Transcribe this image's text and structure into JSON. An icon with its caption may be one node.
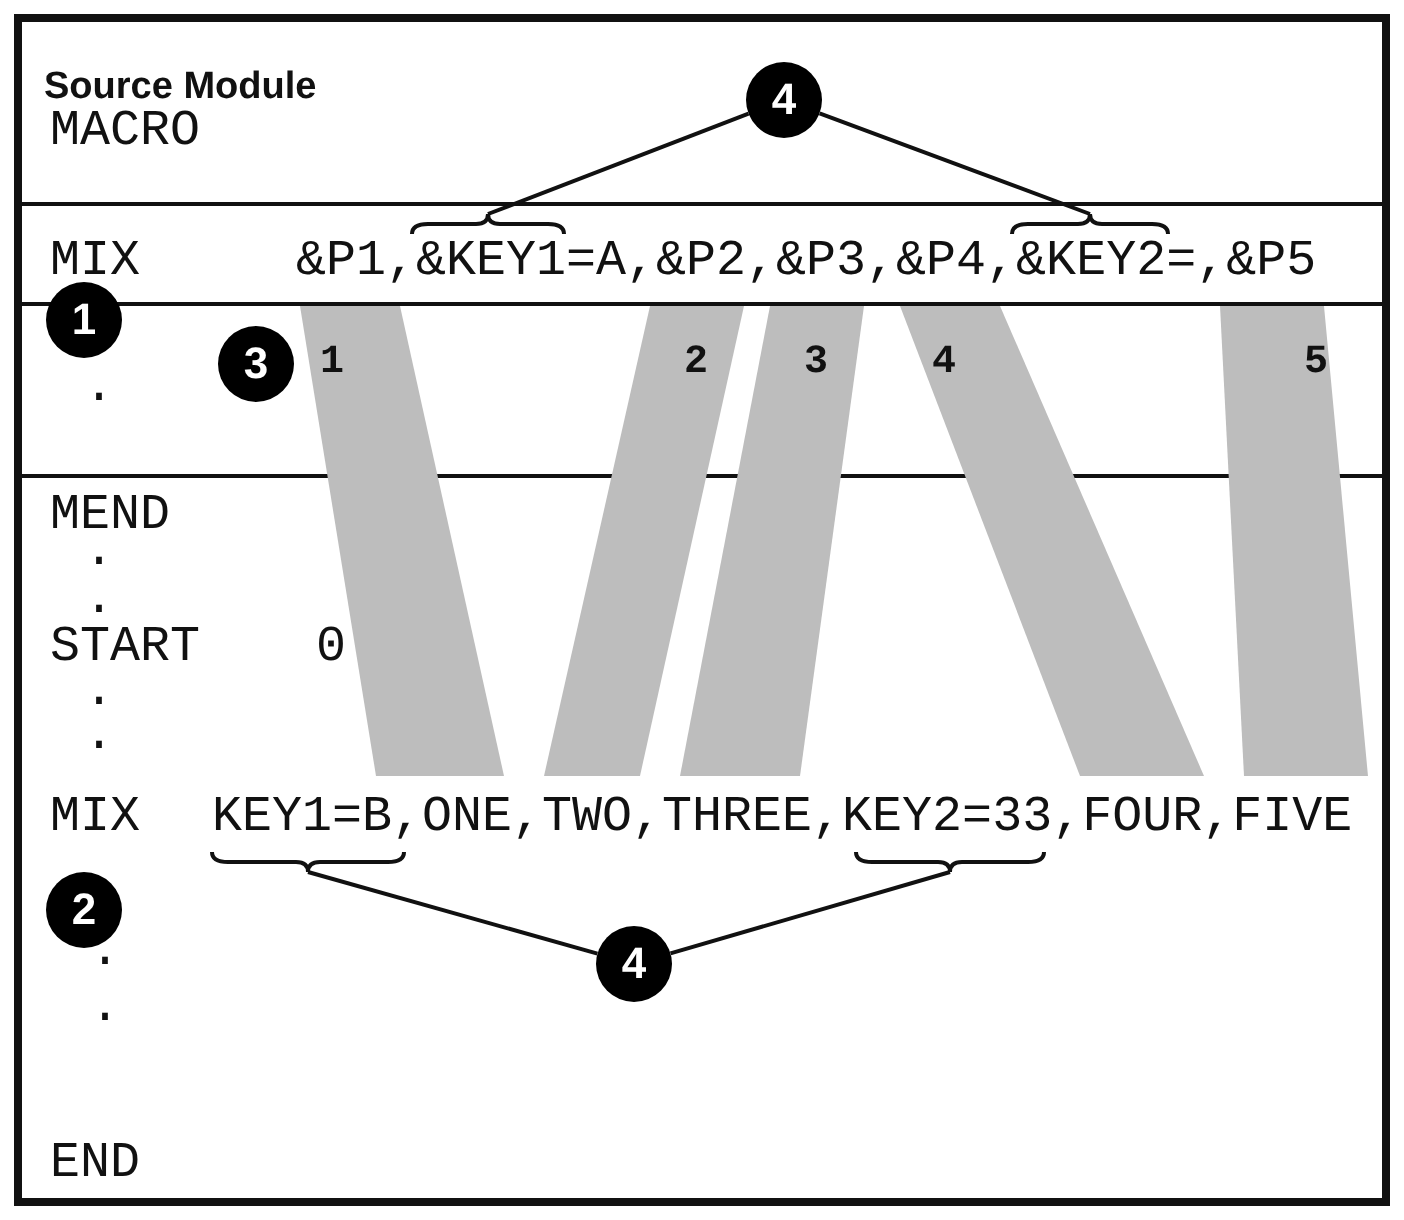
{
  "diagram": {
    "nodes": [
      {
        "text": [
          "4"
        ]
      },
      {
        "text": [],
        "shape": "brace"
      },
      {
        "text": [],
        "shape": "brace"
      },
      {
        "text": [
          "1"
        ]
      },
      {
        "text": [
          "3"
        ]
      },
      {
        "text": [],
        "shape": "brace"
      },
      {
        "text": [],
        "shape": "brace"
      },
      {
        "text": [
          "2"
        ]
      },
      {
        "text": [
          "4"
        ]
      }
    ],
    "edges": [
      {
        "from": 0,
        "to": 1,
        "arrow": "none"
      },
      {
        "from": 0,
        "to": 2,
        "arrow": "none"
      },
      {
        "from": 8,
        "to": 5,
        "arrow": "none"
      },
      {
        "from": 8,
        "to": 6,
        "arrow": "none"
      }
    ],
    "labels": [
      "Source Module",
      "MACRO",
      "MIX",
      "&P1,&KEY1=A,&P2,&P3,&P4,&KEY2=,&P5",
      "1",
      "2",
      "3",
      "4",
      "5",
      ".",
      "MEND",
      ".",
      ".",
      "START",
      "0",
      ".",
      ".",
      "MIX",
      "KEY1=B,ONE,TWO,THREE,KEY2=33,FOUR,FIVE",
      ".",
      ".",
      "END"
    ]
  }
}
